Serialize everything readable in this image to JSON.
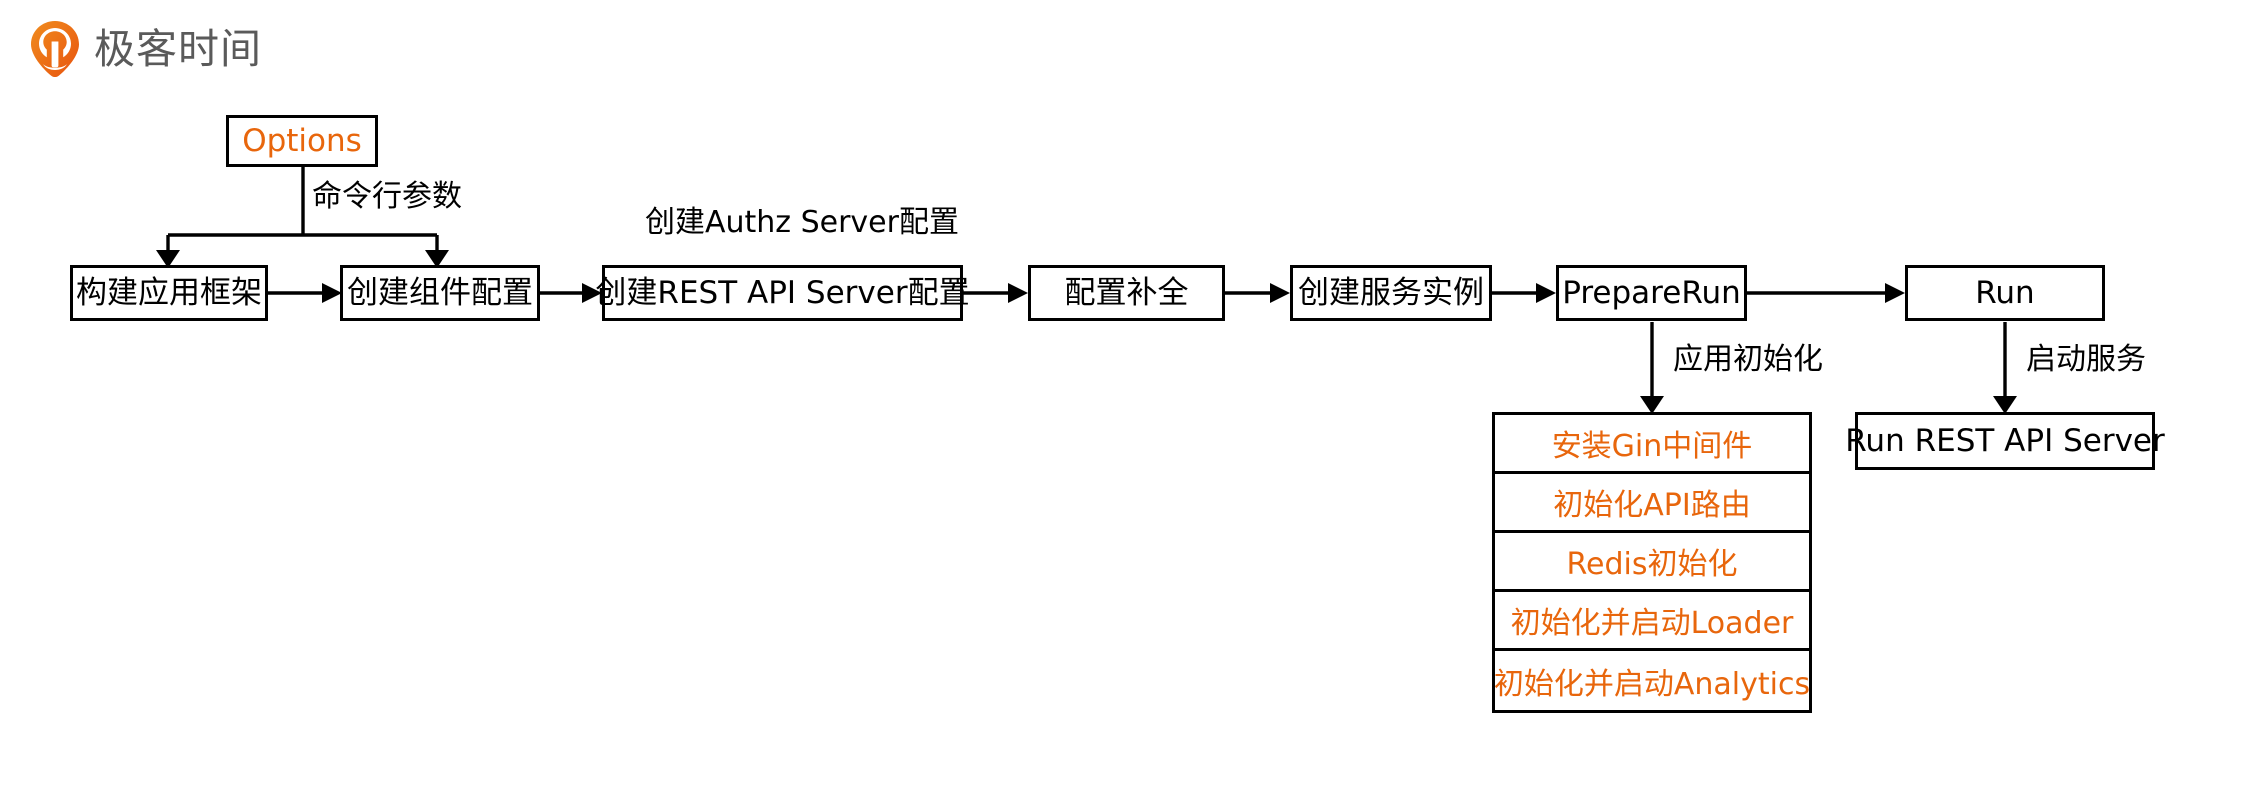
{
  "brand": {
    "name": "极客时间",
    "logo_icon": "geek-time-pin-logo",
    "logo_color": "#ec6b1f",
    "text_color": "#5a5a5a"
  },
  "diagram": {
    "accent_color": "#e8660c",
    "line_color": "#000000",
    "options_node": {
      "label": "Options",
      "accent": true
    },
    "main_flow": [
      {
        "label": "构建应用框架",
        "accent": false
      },
      {
        "label": "创建组件配置",
        "accent": false
      },
      {
        "label": "创建REST API Server配置",
        "accent": false
      },
      {
        "label": "配置补全",
        "accent": false
      },
      {
        "label": "创建服务实例",
        "accent": false
      },
      {
        "label": "PrepareRun",
        "accent": false
      },
      {
        "label": "Run",
        "accent": false
      }
    ],
    "edge_labels": {
      "options_branch": "命令行参数",
      "authz_note": "创建Authz Server配置",
      "prepare_run_down": "应用初始化",
      "run_down": "启动服务"
    },
    "init_stack": [
      "安装Gin中间件",
      "初始化API路由",
      "Redis初始化",
      "初始化并启动Loader",
      "初始化并启动Analytics"
    ],
    "run_target": {
      "label": "Run REST API Server",
      "accent": false
    }
  }
}
